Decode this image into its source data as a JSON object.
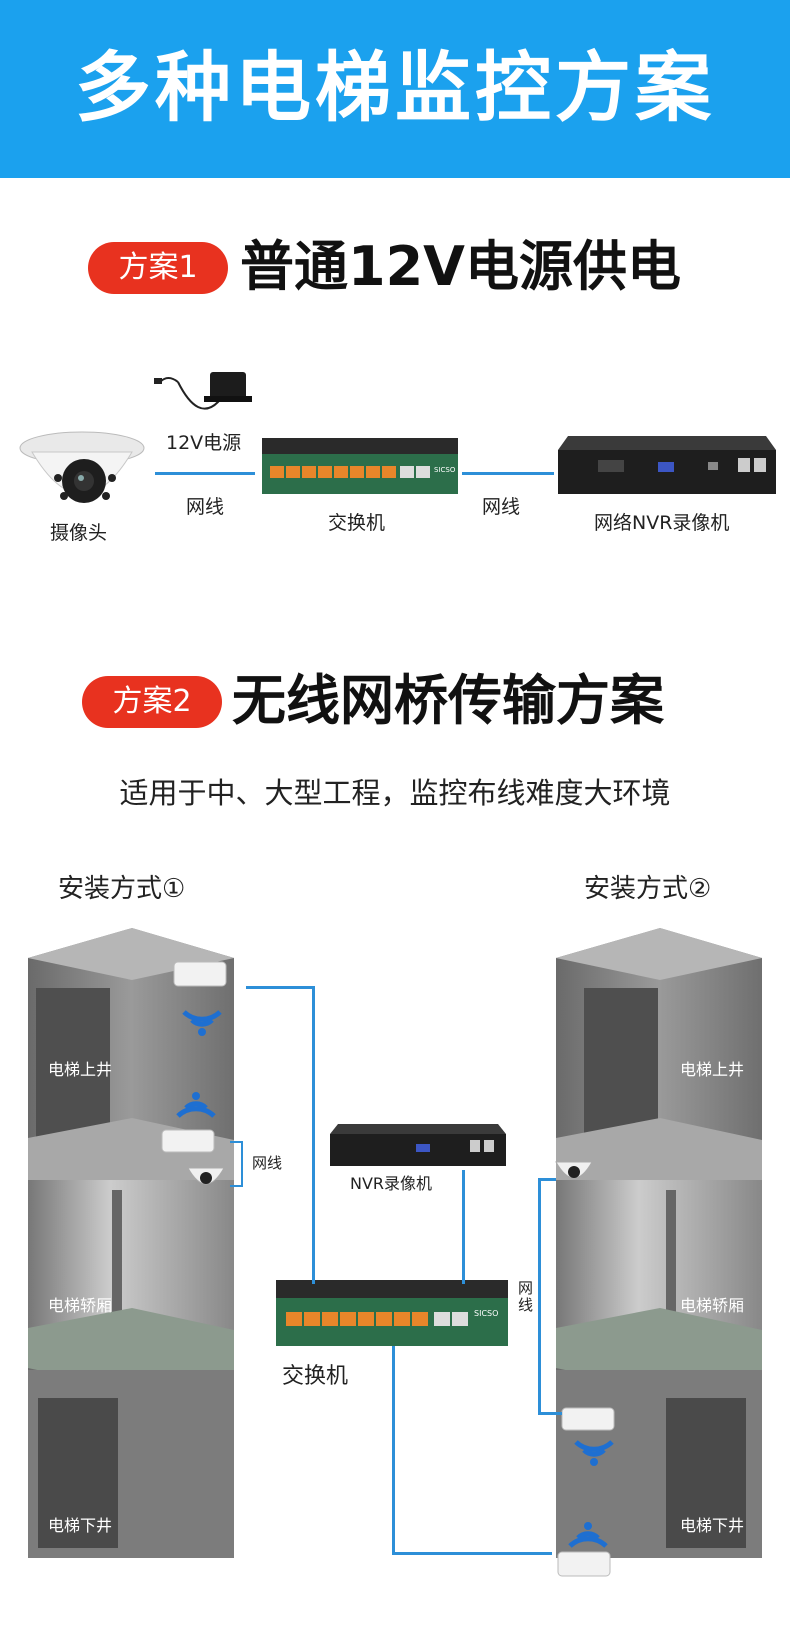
{
  "banner": {
    "title": "多种电梯监控方案"
  },
  "plan1": {
    "badge": "方案1",
    "title": "普通12V电源供电",
    "labels": {
      "power": "12V电源",
      "camera": "摄像头",
      "cable_left": "网线",
      "switch": "交换机",
      "cable_right": "网线",
      "nvr": "网络NVR录像机"
    }
  },
  "plan2": {
    "badge": "方案2",
    "title": "无线网桥传输方案",
    "subtitle": "适用于中、大型工程，监控布线难度大环境",
    "install_left": "安装方式①",
    "install_right": "安装方式②",
    "left_shaft": {
      "upper": "电梯上井",
      "car": "电梯轿厢",
      "lower": "电梯下井",
      "cable": "网线"
    },
    "right_shaft": {
      "upper": "电梯上井",
      "car": "电梯轿厢",
      "lower": "电梯下井",
      "cable": "网线"
    },
    "nvr": "NVR录像机",
    "switch": "交换机"
  },
  "device_brand": "SICSO",
  "colors": {
    "banner": "#1ba1ee",
    "badge": "#e8321f",
    "cable": "#2d8fd8",
    "wifi": "#1e6fd1"
  }
}
